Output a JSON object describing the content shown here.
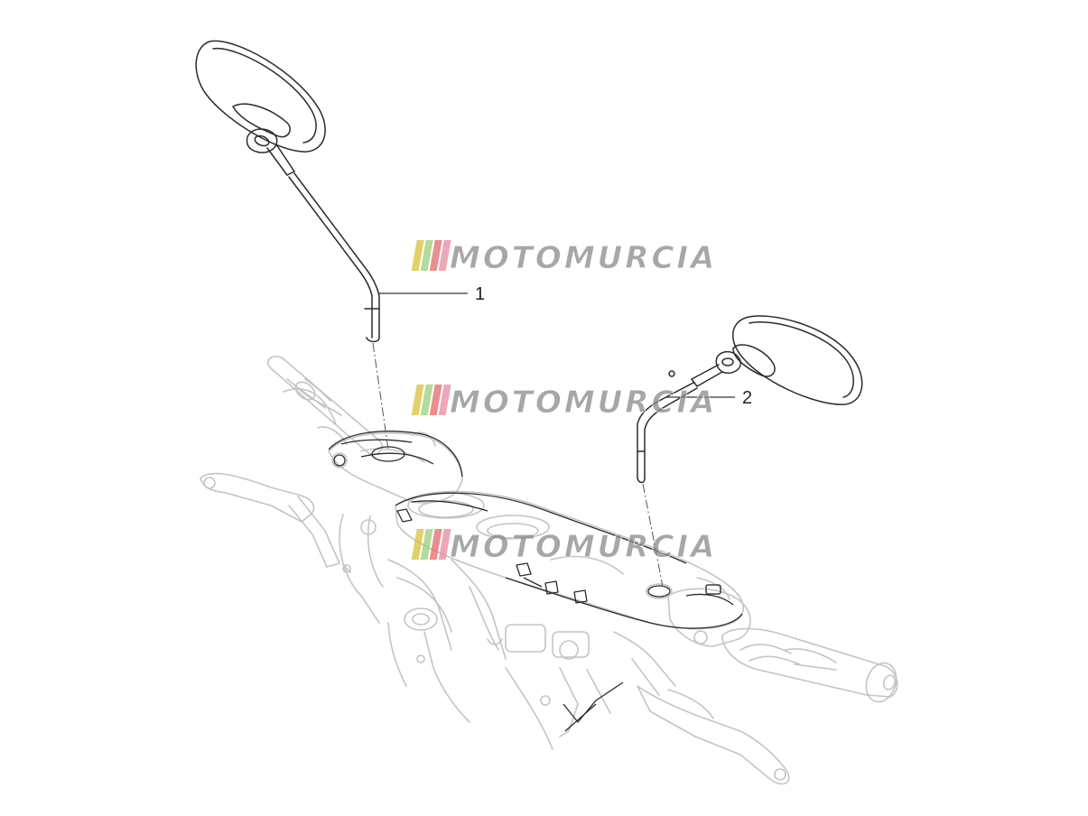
{
  "callouts": [
    {
      "number": "1",
      "part": "left rear-view mirror"
    },
    {
      "number": "2",
      "part": "right rear-view mirror"
    }
  ],
  "watermark": {
    "text": "MOTOMURCIA",
    "stripe_colors": [
      "#d9c23a",
      "#9ccf7a",
      "#e26a6a",
      "#e98aa0"
    ],
    "text_color": "#8a8a8a"
  },
  "colors": {
    "part_line": "#2b2b2b",
    "ghost_line": "#c4c4c4",
    "leader_line": "#333333"
  }
}
